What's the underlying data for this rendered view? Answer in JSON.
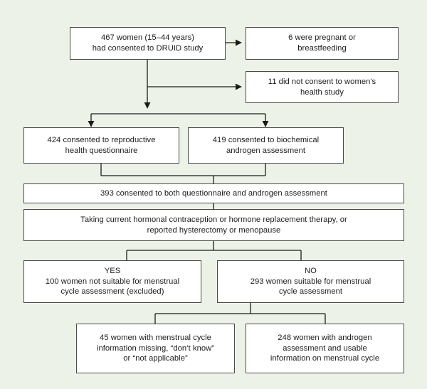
{
  "diagram": {
    "title": "DRUID study women's health participant flow",
    "background_color": "#edf2e9",
    "box_fill": "#ffffff",
    "box_border_color": "#4a4a48",
    "connector_color": "#1b1b1b",
    "nodes": {
      "consented": "467 women (15–44 years)\nhad consented to DRUID study",
      "pregnant": "6 were pregnant or\nbreastfeeding",
      "no_consent": "11 did not consent to women's\nhealth study",
      "questionnaire": "424 consented to reproductive\nhealth questionnaire",
      "androgen": "419 consented to biochemical\nandrogen assessment",
      "both": "393 consented to both questionnaire and androgen assessment",
      "criteria": "Taking current hormonal contraception or hormone replacement therapy, or\nreported hysterectomy or menopause",
      "yes_branch": "YES\n100 women not suitable for menstrual\ncycle assessment (excluded)",
      "no_branch": "NO\n293 women suitable for menstrual\ncycle assessment",
      "missing_info": "45 women with menstrual cycle\ninformation missing, “don’t know”\nor “not applicable”",
      "usable_info": "248 women with androgen\nassessment and usable\ninformation on menstrual cycle"
    },
    "chart_data": {
      "type": "flow",
      "counts": {
        "consented_total": 467,
        "age_range": "15–44 years",
        "pregnant_or_breastfeeding": 6,
        "did_not_consent_womens_health": 11,
        "consented_questionnaire": 424,
        "consented_androgen": 419,
        "consented_both": 393,
        "excluded_not_suitable": 100,
        "suitable_for_assessment": 293,
        "menstrual_info_missing": 45,
        "androgen_and_usable_info": 248
      }
    }
  }
}
